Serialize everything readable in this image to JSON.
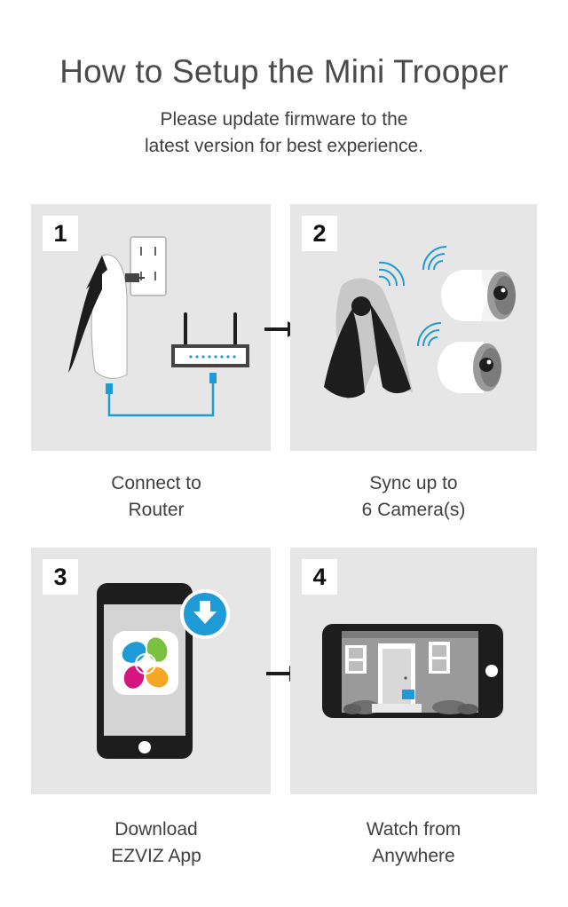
{
  "header": {
    "title": "How to Setup the Mini Trooper",
    "subtitle_line1": "Please update firmware to the",
    "subtitle_line2": "latest version for best experience."
  },
  "steps": [
    {
      "number": "1",
      "caption_line1": "Connect to",
      "caption_line2": "Router"
    },
    {
      "number": "2",
      "caption_line1": "Sync up to",
      "caption_line2": "6 Camera(s)"
    },
    {
      "number": "3",
      "caption_line1": "Download",
      "caption_line2": "EZVIZ App"
    },
    {
      "number": "4",
      "caption_line1": "Watch from",
      "caption_line2": "Anywhere"
    }
  ],
  "colors": {
    "panel_bg": "#e6e6e6",
    "accent_blue": "#1e9bd7",
    "dark": "#1d1d1d"
  }
}
